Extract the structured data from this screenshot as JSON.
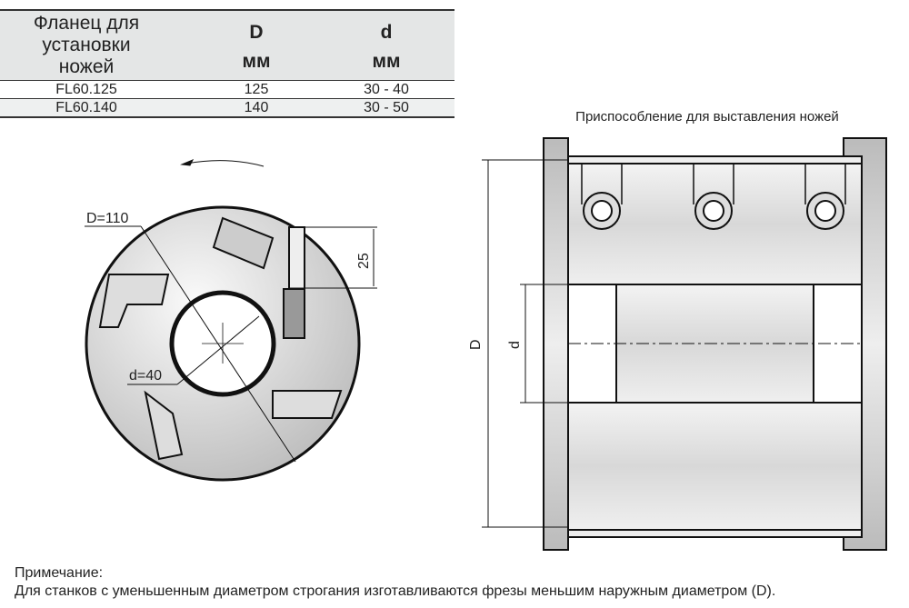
{
  "table": {
    "headers": [
      [
        "Фланец для",
        "установки",
        "ножей"
      ],
      [
        "D",
        "мм"
      ],
      [
        "d",
        "мм"
      ]
    ],
    "rows": [
      [
        "FL60.125",
        "125",
        "30 - 40"
      ],
      [
        "FL60.140",
        "140",
        "30 - 50"
      ]
    ]
  },
  "left_drawing": {
    "D_label": "D=110",
    "d_label": "d=40",
    "dim_25": "25"
  },
  "right_drawing": {
    "title": "Приспособление для выставления ножей",
    "D_label": "D",
    "d_label": "d"
  },
  "note": {
    "title": "Примечание:",
    "text": "Для станков с уменьшенным диаметром строгания изготавливаются фрезы меньшим наружным диаметром  (D)."
  }
}
